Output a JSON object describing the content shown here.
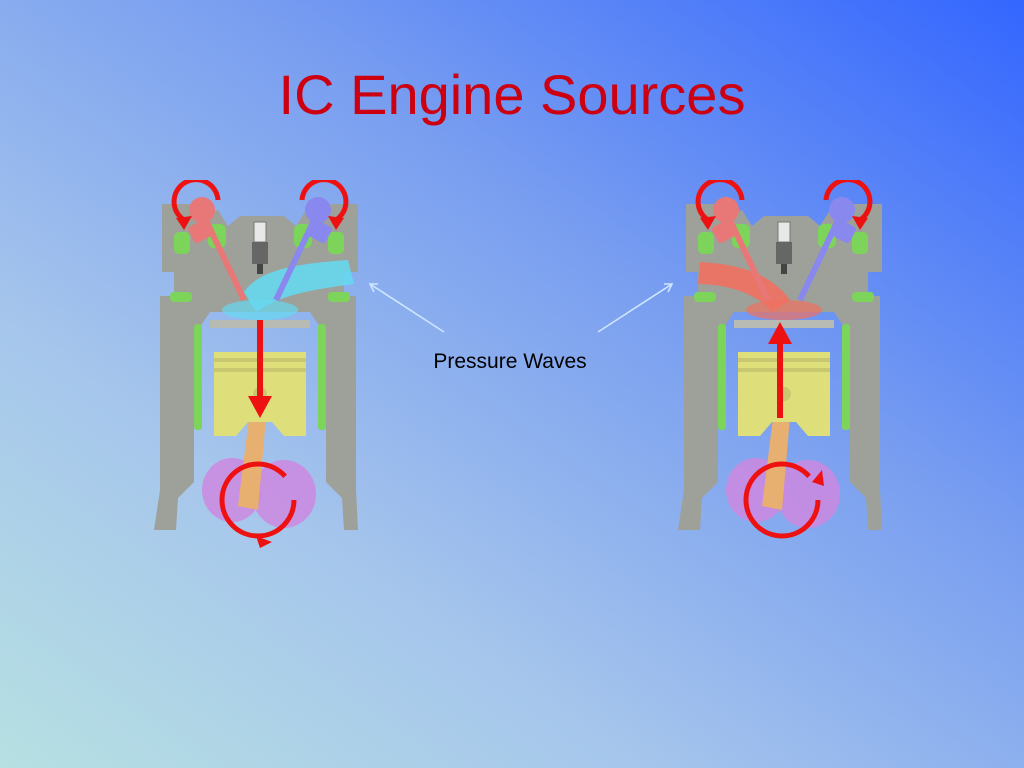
{
  "slide": {
    "title": "IC Engine Sources",
    "annotation": "Pressure Waves"
  },
  "colors": {
    "title": "#cc0011",
    "background_top_right": "#3366ff",
    "background_bottom_left": "#b6e0e2",
    "engine_block": "#9ea09a",
    "coolant": "#7dd45a",
    "piston": "#dede7a",
    "connecting_rod": "#e8b070",
    "crankshaft": "#cc88e0",
    "exhaust_valve": "#e87878",
    "intake_valve": "#8888ee",
    "intake_gas": "#66d8f0",
    "exhaust_gas": "#f07060",
    "motion_arrow": "#ee1111",
    "pointer_arrow": "#cde6ff"
  },
  "engines": [
    {
      "stroke": "intake",
      "piston_motion": "down",
      "crank_rotation": "clockwise",
      "valve_icons": [
        "exhaust-valve-icon",
        "intake-valve-icon",
        "spark-plug-icon"
      ]
    },
    {
      "stroke": "exhaust",
      "piston_motion": "up",
      "crank_rotation": "counterclockwise",
      "valve_icons": [
        "exhaust-valve-icon",
        "intake-valve-icon",
        "spark-plug-icon"
      ]
    }
  ]
}
